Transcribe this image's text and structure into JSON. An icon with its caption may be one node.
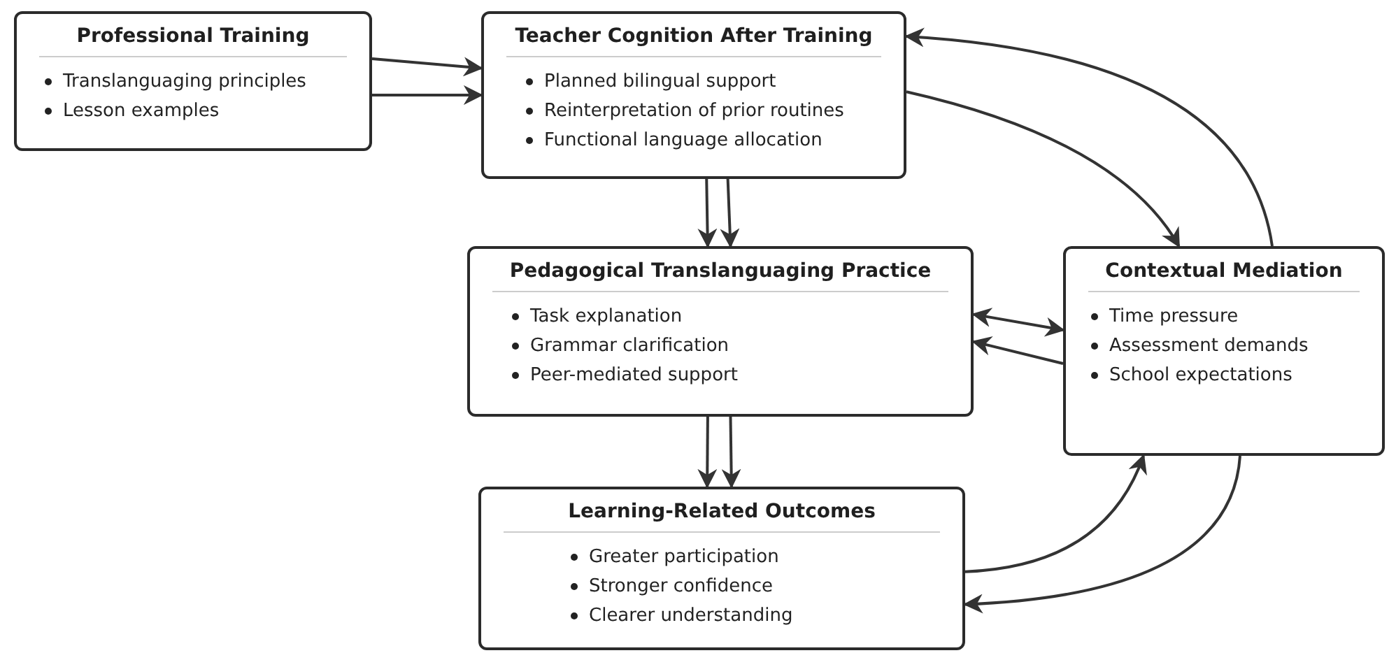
{
  "diagram": {
    "nodes": [
      {
        "text": [
          "Professional Training",
          "Translanguaging principles",
          "Lesson examples"
        ]
      },
      {
        "text": [
          "Teacher Cognition After Training",
          "Planned bilingual support",
          "Reinterpretation of prior routines",
          "Functional language allocation"
        ]
      },
      {
        "text": [
          "Pedagogical Translanguaging Practice",
          "Task explanation",
          "Grammar clarification",
          "Peer-mediated support"
        ]
      },
      {
        "text": [
          "Contextual Mediation",
          "Time pressure",
          "Assessment demands",
          "School expectations"
        ]
      },
      {
        "text": [
          "Learning-Related Outcomes",
          "Greater participation",
          "Stronger confidence",
          "Clearer understanding"
        ]
      }
    ],
    "edges": [
      {
        "from": 0,
        "to": 1,
        "arrow": "to"
      },
      {
        "from": 0,
        "to": 1,
        "arrow": "to"
      },
      {
        "from": 1,
        "to": 2,
        "arrow": "to"
      },
      {
        "from": 1,
        "to": 2,
        "arrow": "to"
      },
      {
        "from": 2,
        "to": 4,
        "arrow": "to"
      },
      {
        "from": 2,
        "to": 4,
        "arrow": "to"
      },
      {
        "from": 2,
        "to": 3,
        "arrow": "both"
      },
      {
        "from": 3,
        "to": 2,
        "arrow": "to"
      },
      {
        "from": 1,
        "to": 3,
        "arrow": "to"
      },
      {
        "from": 3,
        "to": 1,
        "arrow": "to"
      },
      {
        "from": 4,
        "to": 3,
        "arrow": "to"
      },
      {
        "from": 3,
        "to": 4,
        "arrow": "to"
      }
    ]
  }
}
